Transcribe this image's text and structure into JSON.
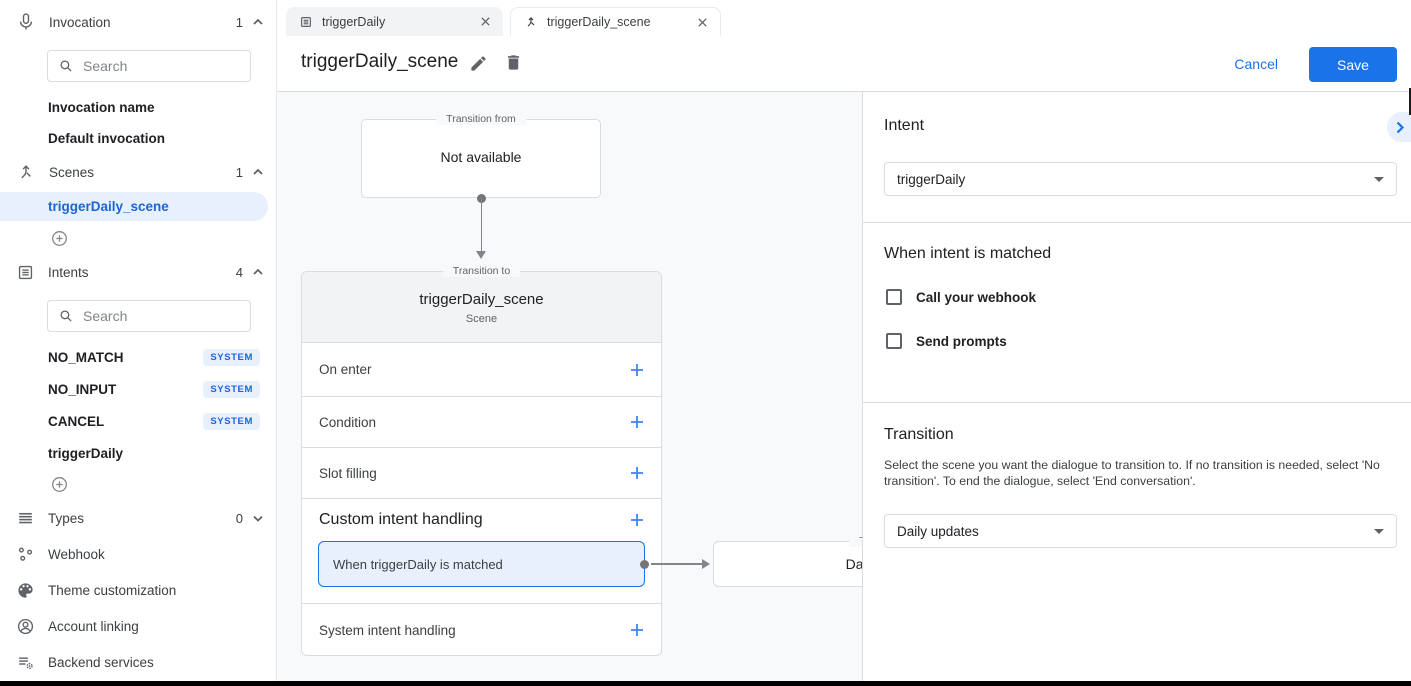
{
  "colors": {
    "accent": "#1a73e8",
    "selected_bg": "#e8f0fe",
    "selected_text": "#1967d2",
    "border": "#dadce0",
    "badge_bg": "#e8f0fe"
  },
  "sidebar": {
    "invocation": {
      "label": "Invocation",
      "count": "1",
      "search_placeholder": "Search",
      "items": [
        "Invocation name",
        "Default invocation"
      ]
    },
    "scenes": {
      "label": "Scenes",
      "count": "1",
      "selected_item": "triggerDaily_scene"
    },
    "intents": {
      "label": "Intents",
      "count": "4",
      "search_placeholder": "Search",
      "items": [
        {
          "name": "NO_MATCH",
          "badge": "SYSTEM"
        },
        {
          "name": "NO_INPUT",
          "badge": "SYSTEM"
        },
        {
          "name": "CANCEL",
          "badge": "SYSTEM"
        },
        {
          "name": "triggerDaily"
        }
      ]
    },
    "types": {
      "label": "Types",
      "count": "0"
    },
    "links": [
      {
        "label": "Webhook"
      },
      {
        "label": "Theme customization"
      },
      {
        "label": "Account linking"
      },
      {
        "label": "Backend services"
      }
    ]
  },
  "tabs": [
    {
      "label": "triggerDaily"
    },
    {
      "label": "triggerDaily_scene"
    }
  ],
  "header": {
    "title": "triggerDaily_scene",
    "cancel": "Cancel",
    "save": "Save"
  },
  "canvas": {
    "from_box": {
      "legend": "Transition from",
      "text": "Not available"
    },
    "scene_card": {
      "legend": "Transition to",
      "title": "triggerDaily_scene",
      "subtitle": "Scene",
      "rows": [
        "On enter",
        "Condition",
        "Slot filling",
        "Custom intent handling",
        "System intent handling"
      ],
      "matched_item": "When triggerDaily is matched"
    },
    "target_box": {
      "legend": "Transition to",
      "text": "Daily updates"
    }
  },
  "panel": {
    "intent_heading": "Intent",
    "intent_value": "triggerDaily",
    "matched_heading": "When intent is matched",
    "checkbox_webhook": "Call your webhook",
    "checkbox_prompts": "Send prompts",
    "transition_heading": "Transition",
    "transition_description": "Select the scene you want the dialogue to transition to. If no transition is needed, select 'No transition'. To end the dialogue, select 'End conversation'.",
    "transition_value": "Daily updates"
  }
}
